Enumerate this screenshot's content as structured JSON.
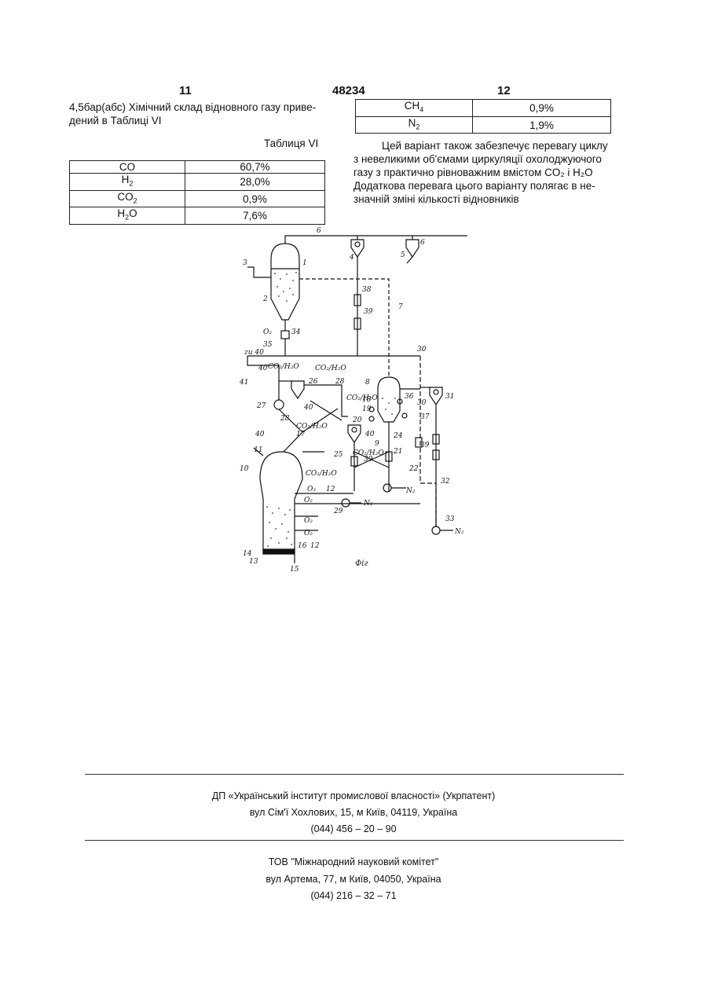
{
  "header": {
    "left_page": "11",
    "patent_number": "48234",
    "right_page": "12"
  },
  "left_paragraph": [
    "4,5бар(абс)  Хімічний склад відновного газу приве-",
    "дений в Таблиці VI"
  ],
  "table_vi": {
    "caption": "Таблиця VI",
    "rows": [
      {
        "label": "CO",
        "sub": "",
        "value": "60,7%"
      },
      {
        "label": "H",
        "sub": "2",
        "value": "28,0%"
      },
      {
        "label": "CO",
        "sub": "2",
        "value": "0,9%"
      },
      {
        "label": "H",
        "sub": "2",
        "label_tail": "O",
        "value": "7,6%"
      }
    ]
  },
  "table_right": {
    "rows": [
      {
        "label": "CH",
        "sub": "4",
        "value": "0,9%"
      },
      {
        "label": "N",
        "sub": "2",
        "value": "1,9%"
      }
    ]
  },
  "right_paragraph": [
    "Цей варіант також забезпечує перевагу циклу",
    "з невеликими об'ємами циркуляції охолоджуючого",
    "газу з практично рівноважним вмістом CO₂ і H₂O",
    "Додаткова перевага цього варіанту полягає в не-",
    "значній зміні кількості відновників"
  ],
  "figure": {
    "caption": "Фіг",
    "labels": {
      "l1": "1",
      "l2": "2",
      "l3": "3",
      "l4": "4",
      "l5": "5",
      "l6a": "6",
      "l6b": "6",
      "l7": "7",
      "l8": "8",
      "l9": "9",
      "l10": "10",
      "l11": "11",
      "l12a": "12",
      "l12b": "12",
      "l13": "13",
      "l14": "14",
      "l15": "15",
      "l16": "16",
      "l17": "17",
      "l18": "18",
      "l19": "19",
      "l20": "20",
      "l21": "21",
      "l22": "22",
      "l24": "24",
      "l25": "25",
      "l26": "26",
      "l27": "27",
      "l28a": "28",
      "l28b": "28",
      "l29": "29",
      "l30a": "30",
      "l30b": "30",
      "l31": "31",
      "l32": "32",
      "l33": "33",
      "l34": "34",
      "l35": "35",
      "l36": "36",
      "l37": "37",
      "l38": "38",
      "l39a": "39",
      "l39b": "39",
      "l39c": "39",
      "l40a": "40",
      "l40b": "40",
      "l40c": "40",
      "l40d": "40",
      "l41": "41",
      "zu40": "zu 40",
      "o2a": "O₂",
      "o2b": "O₂",
      "o2c": "O₂",
      "o2d": "O₂",
      "o2e": "O₂",
      "co2a": "CO₂/H₂O",
      "co2b": "CO₂/H₂O",
      "co2c": "CO₂/H₂O",
      "co2d": "CO₂/H₂O",
      "co2e": "CO₂/H₂O",
      "co2f": "CO₂/H₂O",
      "n2a": "N₂",
      "n2b": "N₂",
      "n2c": "N₂"
    }
  },
  "footer": {
    "org1_line1": "ДП «Український інститут промислової власності» (Укрпатент)",
    "org1_line2": "вул  Сім'ї Хохлових, 15, м  Київ, 04119, Україна",
    "org1_line3": "(044) 456 – 20 –  90",
    "org2_line1": "ТОВ \"Міжнародний науковий комітет\"",
    "org2_line2": "вул  Артема, 77, м  Київ, 04050, Україна",
    "org2_line3": "(044) 216 – 32 – 71"
  }
}
